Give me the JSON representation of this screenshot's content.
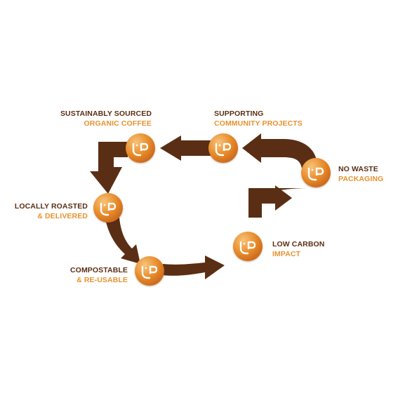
{
  "colors": {
    "arrow": "#5a2e14",
    "primary_text": "#5a2e14",
    "accent_text": "#e8922e",
    "badge": "#e28a2c"
  },
  "steps": [
    {
      "line1": "SUSTAINABLY SOURCED",
      "line2": "ORGANIC COFFEE",
      "icon": "cup-logo-icon"
    },
    {
      "line1": "SUPPORTING",
      "line2": "COMMUNITY PROJECTS",
      "icon": "cup-logo-icon"
    },
    {
      "line1": "NO WASTE",
      "line2": "PACKAGING",
      "icon": "cup-logo-icon"
    },
    {
      "line1": "LOCALLY ROASTED",
      "line2": "& DELIVERED",
      "icon": "cup-logo-icon"
    },
    {
      "line1": "LOW CARBON",
      "line2": "IMPACT",
      "icon": "cup-logo-icon"
    },
    {
      "line1": "COMPOSTABLE",
      "line2": "& RE-USABLE",
      "icon": "cup-logo-icon"
    }
  ]
}
